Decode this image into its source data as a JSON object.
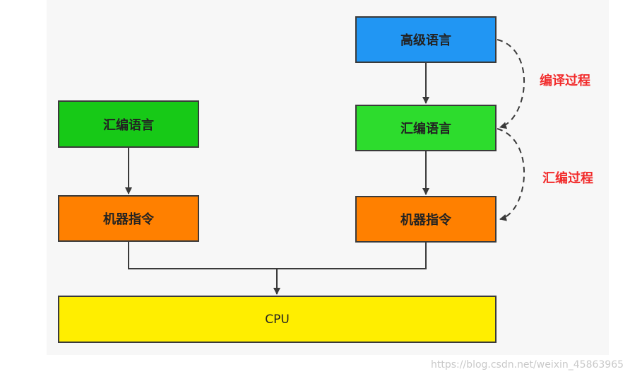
{
  "nodes": {
    "high_level": "高级语言",
    "assembly_left": "汇编语言",
    "assembly_right": "汇编语言",
    "machine_left": "机器指令",
    "machine_right": "机器指令",
    "cpu": "CPU"
  },
  "labels": {
    "compile": "编译过程",
    "assemble": "汇编过程"
  },
  "watermark": "https://blog.csdn.net/weixin_45863965",
  "colors": {
    "high_level": "#2196f3",
    "assembly": "#2ddc2d",
    "machine": "#ff8000",
    "cpu": "#ffee00",
    "label_text": "#f22d2d"
  }
}
